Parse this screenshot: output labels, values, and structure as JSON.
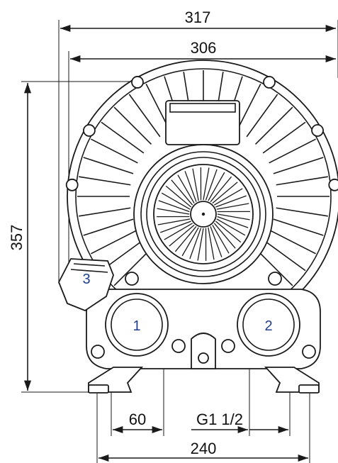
{
  "dimensions": {
    "overall_width": "317",
    "housing_width": "306",
    "height": "357",
    "port_offset": "60",
    "port_thread": "G1 1/2",
    "foot_spacing": "240"
  },
  "ports": {
    "port_1": "1",
    "port_2": "2",
    "port_3": "3"
  },
  "colors": {
    "line": "#1a1a1a",
    "port_label": "#1f3f8f",
    "background": "#ffffff"
  }
}
